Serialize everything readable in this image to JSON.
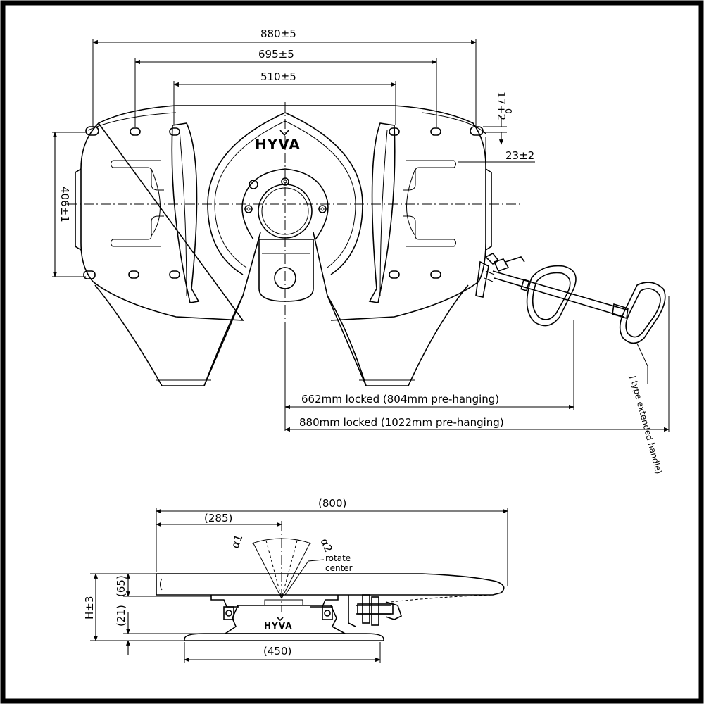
{
  "top_view": {
    "dims": {
      "width_880": "880±5",
      "width_695": "695±5",
      "width_510": "510±5",
      "height_406": "406±1",
      "offset_17": "17+2",
      "offset_17_lower": "0",
      "offset_23": "23±2",
      "locked_662": "662mm locked (804mm pre-hanging)",
      "locked_880": "880mm locked (1022mm pre-hanging)"
    },
    "handle_note": "J type extended handle)"
  },
  "side_view": {
    "dims": {
      "length_800": "(800)",
      "length_285": "(285)",
      "base_450": "(450)",
      "height_h": "H±3",
      "height_65": "(65)",
      "height_21": "(21)"
    },
    "angle_a1": "α1",
    "angle_a2": "α2",
    "rotate_label_1": "rotate",
    "rotate_label_2": "center"
  },
  "logo_text": "HYVA"
}
